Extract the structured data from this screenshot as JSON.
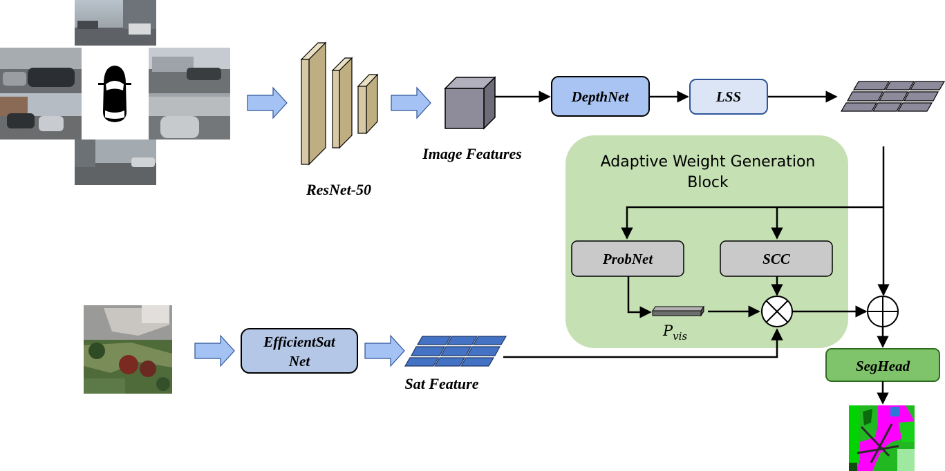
{
  "diagram": {
    "labels": {
      "resnet": "ResNet-50",
      "image_features": "Image Features",
      "depthnet": "DepthNet",
      "lss": "LSS",
      "awgb_line1": "Adaptive Weight Generation",
      "awgb_line2": "Block",
      "probnet": "ProbNet",
      "scc": "SCC",
      "pvis_main": "P",
      "pvis_sub": "vis",
      "efficientsat_line1": "EfficientSat",
      "efficientsat_line2": "Net",
      "sat_feature": "Sat Feature",
      "seghead": "SegHead"
    },
    "icons": {
      "car": "car-top-view-icon",
      "multiply": "multiply-operator-icon",
      "add": "add-operator-icon"
    },
    "colors": {
      "depthnet_fill": "#a9c4f2",
      "lss_fill": "#dbe5f6",
      "awgb_fill": "#c5e0b3",
      "probnet_fill": "#c9c9c9",
      "efficientsat_fill": "#b4c7e7",
      "seghead_fill": "#7fc36a",
      "bev_grid_gray": "#8d8a9c",
      "sat_grid_blue": "#4472c4",
      "resnet_fill": "#d7c9a6",
      "cube_fill": "#8e8b9a",
      "block_arrow": "#a4c2f4"
    }
  }
}
